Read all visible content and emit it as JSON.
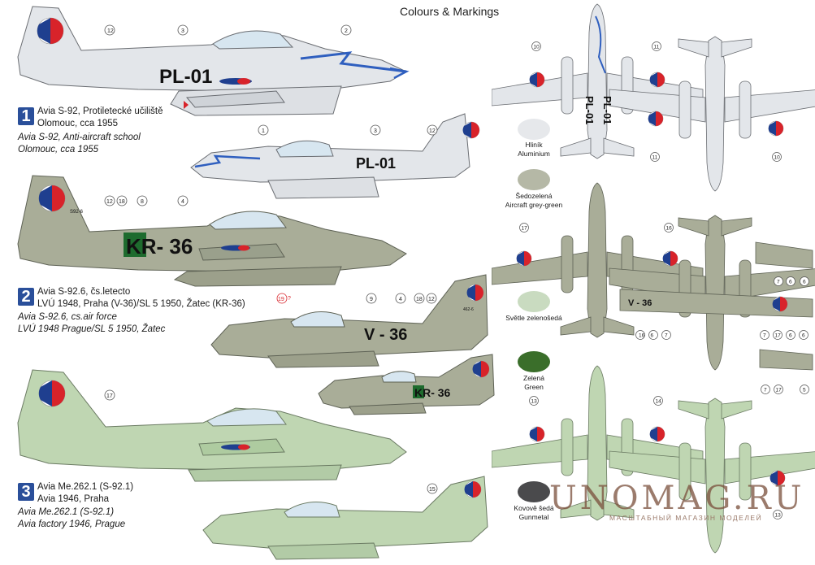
{
  "header": {
    "title": "Colours & Markings"
  },
  "schemes": [
    {
      "number": "1",
      "lines": [
        "Avia S-92, Protiletecké učiliště",
        "Olomouc, cca 1955"
      ],
      "italic": [
        "Avia S-92, Anti-aircraft school",
        "Olomouc, cca 1955"
      ],
      "codes": [
        "PL-01",
        "PL-01"
      ]
    },
    {
      "number": "2",
      "lines": [
        "Avia S-92.6, čs.letecto",
        "LVÚ 1948, Praha (V-36)/SL 5 1950, Žatec (KR-36)"
      ],
      "italic": [
        "Avia S-92.6, cs.air force",
        "LVÚ 1948 Prague/SL 5 1950, Žatec"
      ],
      "codes": [
        "KR- 36",
        "V - 36",
        "KR- 36"
      ]
    },
    {
      "number": "3",
      "lines": [
        "Avia Me.262.1 (S-92.1)",
        "Avia 1946, Praha"
      ],
      "italic": [
        "Avia Me.262.1 (S-92.1)",
        "Avia factory 1946, Prague"
      ],
      "codes": []
    }
  ],
  "callouts": {
    "s1_top": [
      "12",
      "3",
      "2"
    ],
    "s1_bottom": [
      "1",
      "3",
      "12"
    ],
    "s2_top": [
      "12",
      "18",
      "8",
      "4"
    ],
    "s2_bottom": [
      "19",
      "?",
      "9",
      "4",
      "18",
      "12"
    ],
    "s3_top": [
      "17"
    ],
    "s3_bottom": [
      "15"
    ],
    "plan1": [
      "10",
      "11",
      "11",
      "10"
    ],
    "plan2": [
      "17",
      "16"
    ],
    "plan3": [
      "13",
      "14",
      "13"
    ],
    "wing_details": [
      "7",
      "6",
      "6",
      "7",
      "16",
      "6",
      "6",
      "7",
      "17",
      "6",
      "7",
      "17",
      "5"
    ]
  },
  "small_labels": {
    "fin_code_1": "S92-6",
    "fin_code_2": "462-6"
  },
  "swatches": [
    {
      "name": "Hliník",
      "name_en": "Aluminium",
      "color": "#e6e8eb"
    },
    {
      "name": "Šedozelená",
      "name_en": "Aircraft grey-green",
      "color": "#b5b8a6"
    },
    {
      "name": "Světle zelenošedá",
      "name_en": "",
      "color": "#c9dbc0"
    },
    {
      "name": "Zelená",
      "name_en": "Green",
      "color": "#3a6e2a"
    },
    {
      "name": "Kovově šedá",
      "name_en": "Gunmetal",
      "color": "#4a4a4c"
    }
  ],
  "colors": {
    "aluminium": "#e3e6ea",
    "grey_green": "#a9ad98",
    "light_green": "#bfd6b2",
    "roundel_blue": "#1f3f8f",
    "roundel_red": "#d8232a",
    "accent_blue": "#2f5fbf"
  },
  "watermark": {
    "main": "UNOMAG.RU",
    "sub": "МАСШТАБНЫЙ МАГАЗИН МОДЕЛЕЙ"
  }
}
